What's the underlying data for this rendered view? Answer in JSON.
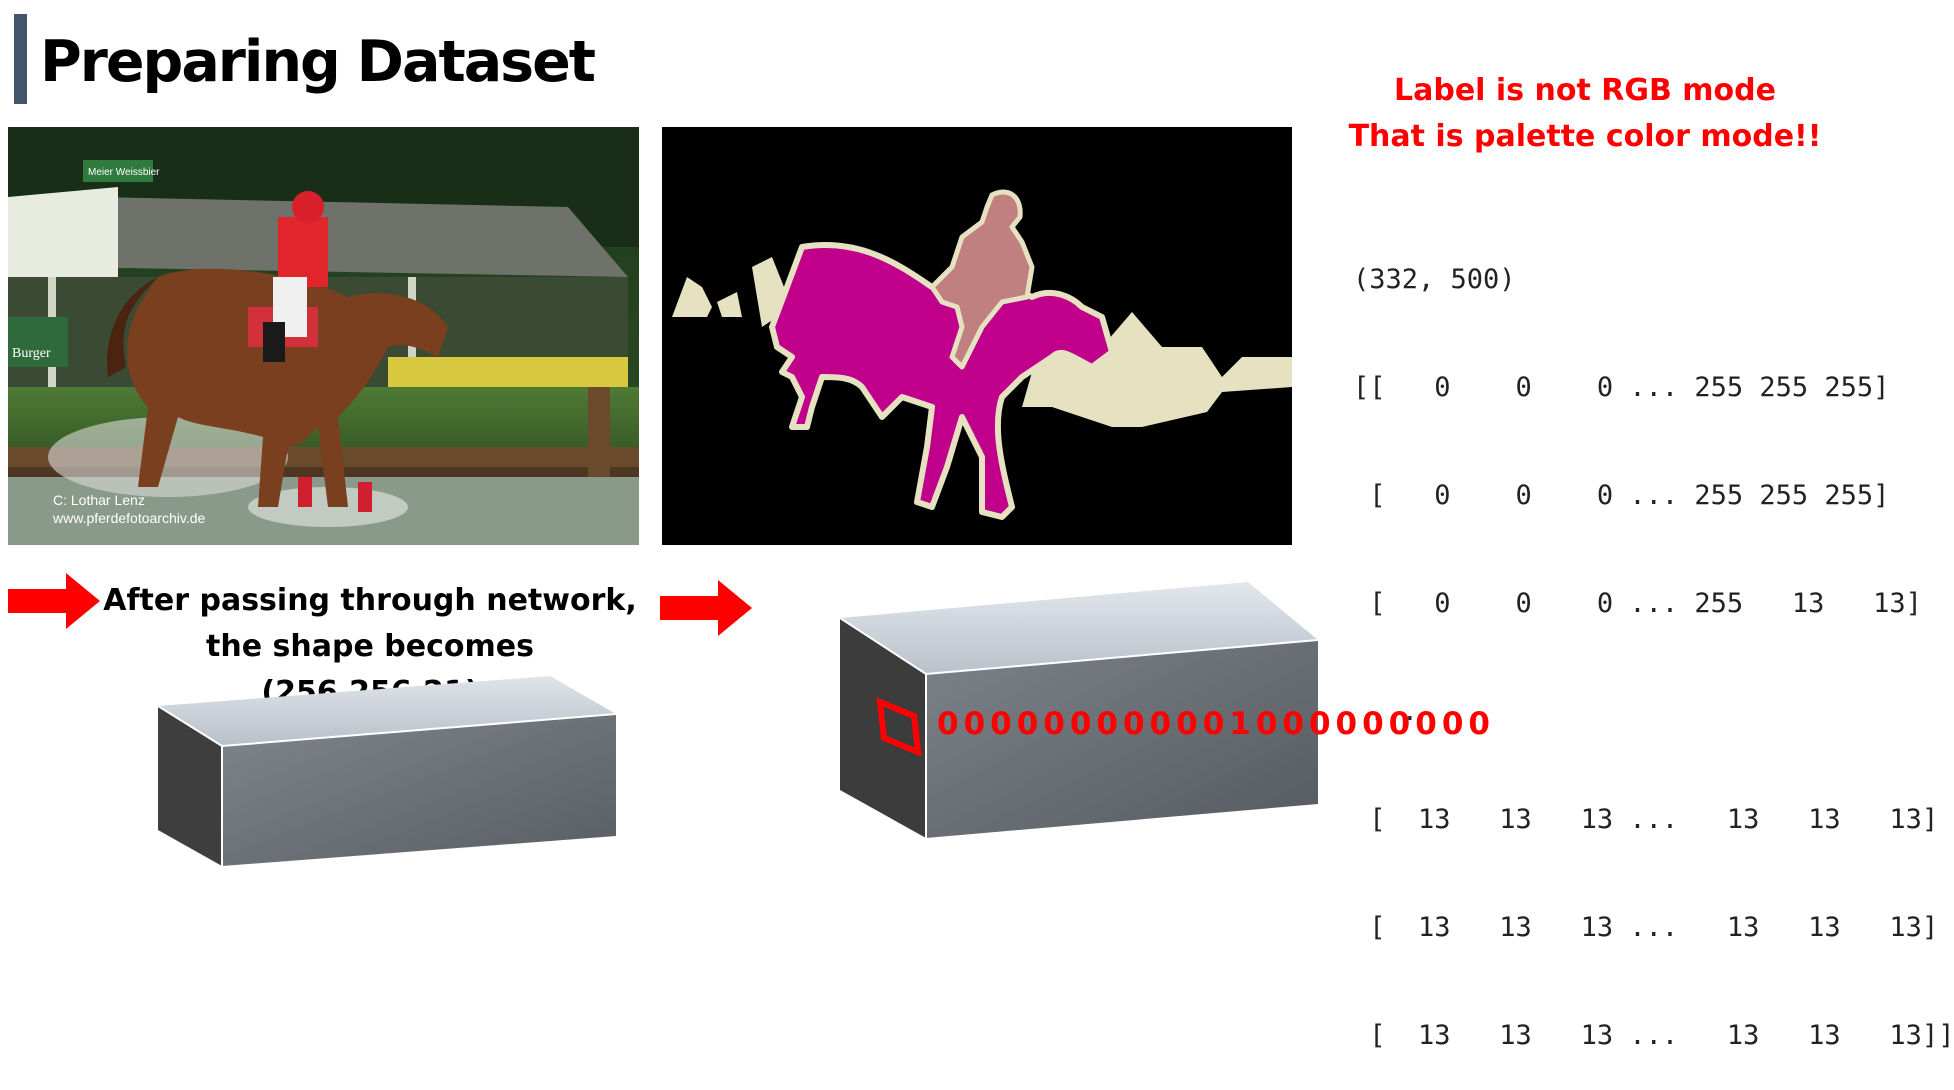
{
  "slide": {
    "title": "Preparing Dataset",
    "accent_color": "#44546a"
  },
  "photo": {
    "credit_line1": "C:   Lothar Lenz",
    "credit_line2": "www.pferdefotoarchiv.de",
    "sign_text": "Meier Weissbier",
    "banner_text": "Burger"
  },
  "segmentation": {
    "colors": {
      "background": "#000000",
      "horse": "#c0008b",
      "person": "#c08080",
      "other": "#e6e1c1"
    }
  },
  "note": {
    "line1": "Label is not RGB mode",
    "line2": "That is palette color mode!!",
    "color": "#ff0000"
  },
  "array_output": {
    "shape": "(332, 500)",
    "rows": [
      "[[   0    0    0 ... 255 255 255]",
      " [   0    0    0 ... 255 255 255]",
      " [   0    0    0 ... 255   13   13]",
      " ...",
      " [  13   13   13 ...   13   13   13]",
      " [  13   13   13 ...   13   13   13]",
      " [  13   13   13 ...   13   13   13]]"
    ]
  },
  "caption": {
    "line1": "After passing through network,",
    "line2": "the shape becomes (256,256,21)"
  },
  "one_hot": {
    "text": "000000000001000000000"
  },
  "icons": [
    "right-arrow-icon",
    "tensor-box-icon"
  ]
}
